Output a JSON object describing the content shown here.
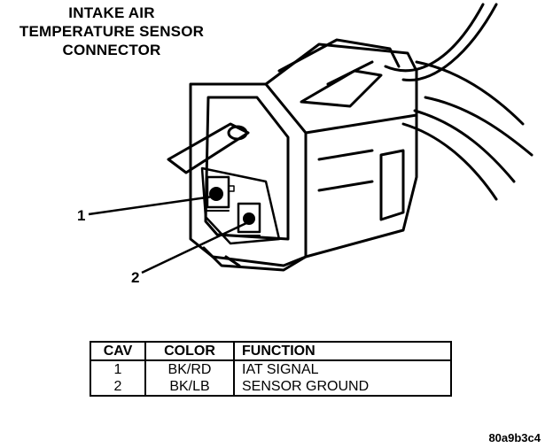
{
  "title": {
    "line1": "INTAKE AIR",
    "line2": "TEMPERATURE SENSOR",
    "line3": "CONNECTOR"
  },
  "callouts": {
    "one": "1",
    "two": "2"
  },
  "table": {
    "headers": {
      "cav": "CAV",
      "color": "COLOR",
      "function": "FUNCTION"
    },
    "rows": [
      {
        "cav": "1",
        "color": "BK/RD",
        "function": "IAT SIGNAL"
      },
      {
        "cav": "2",
        "color": "BK/LB",
        "function": "SENSOR GROUND"
      }
    ]
  },
  "figure_id": "80a9b3c4"
}
